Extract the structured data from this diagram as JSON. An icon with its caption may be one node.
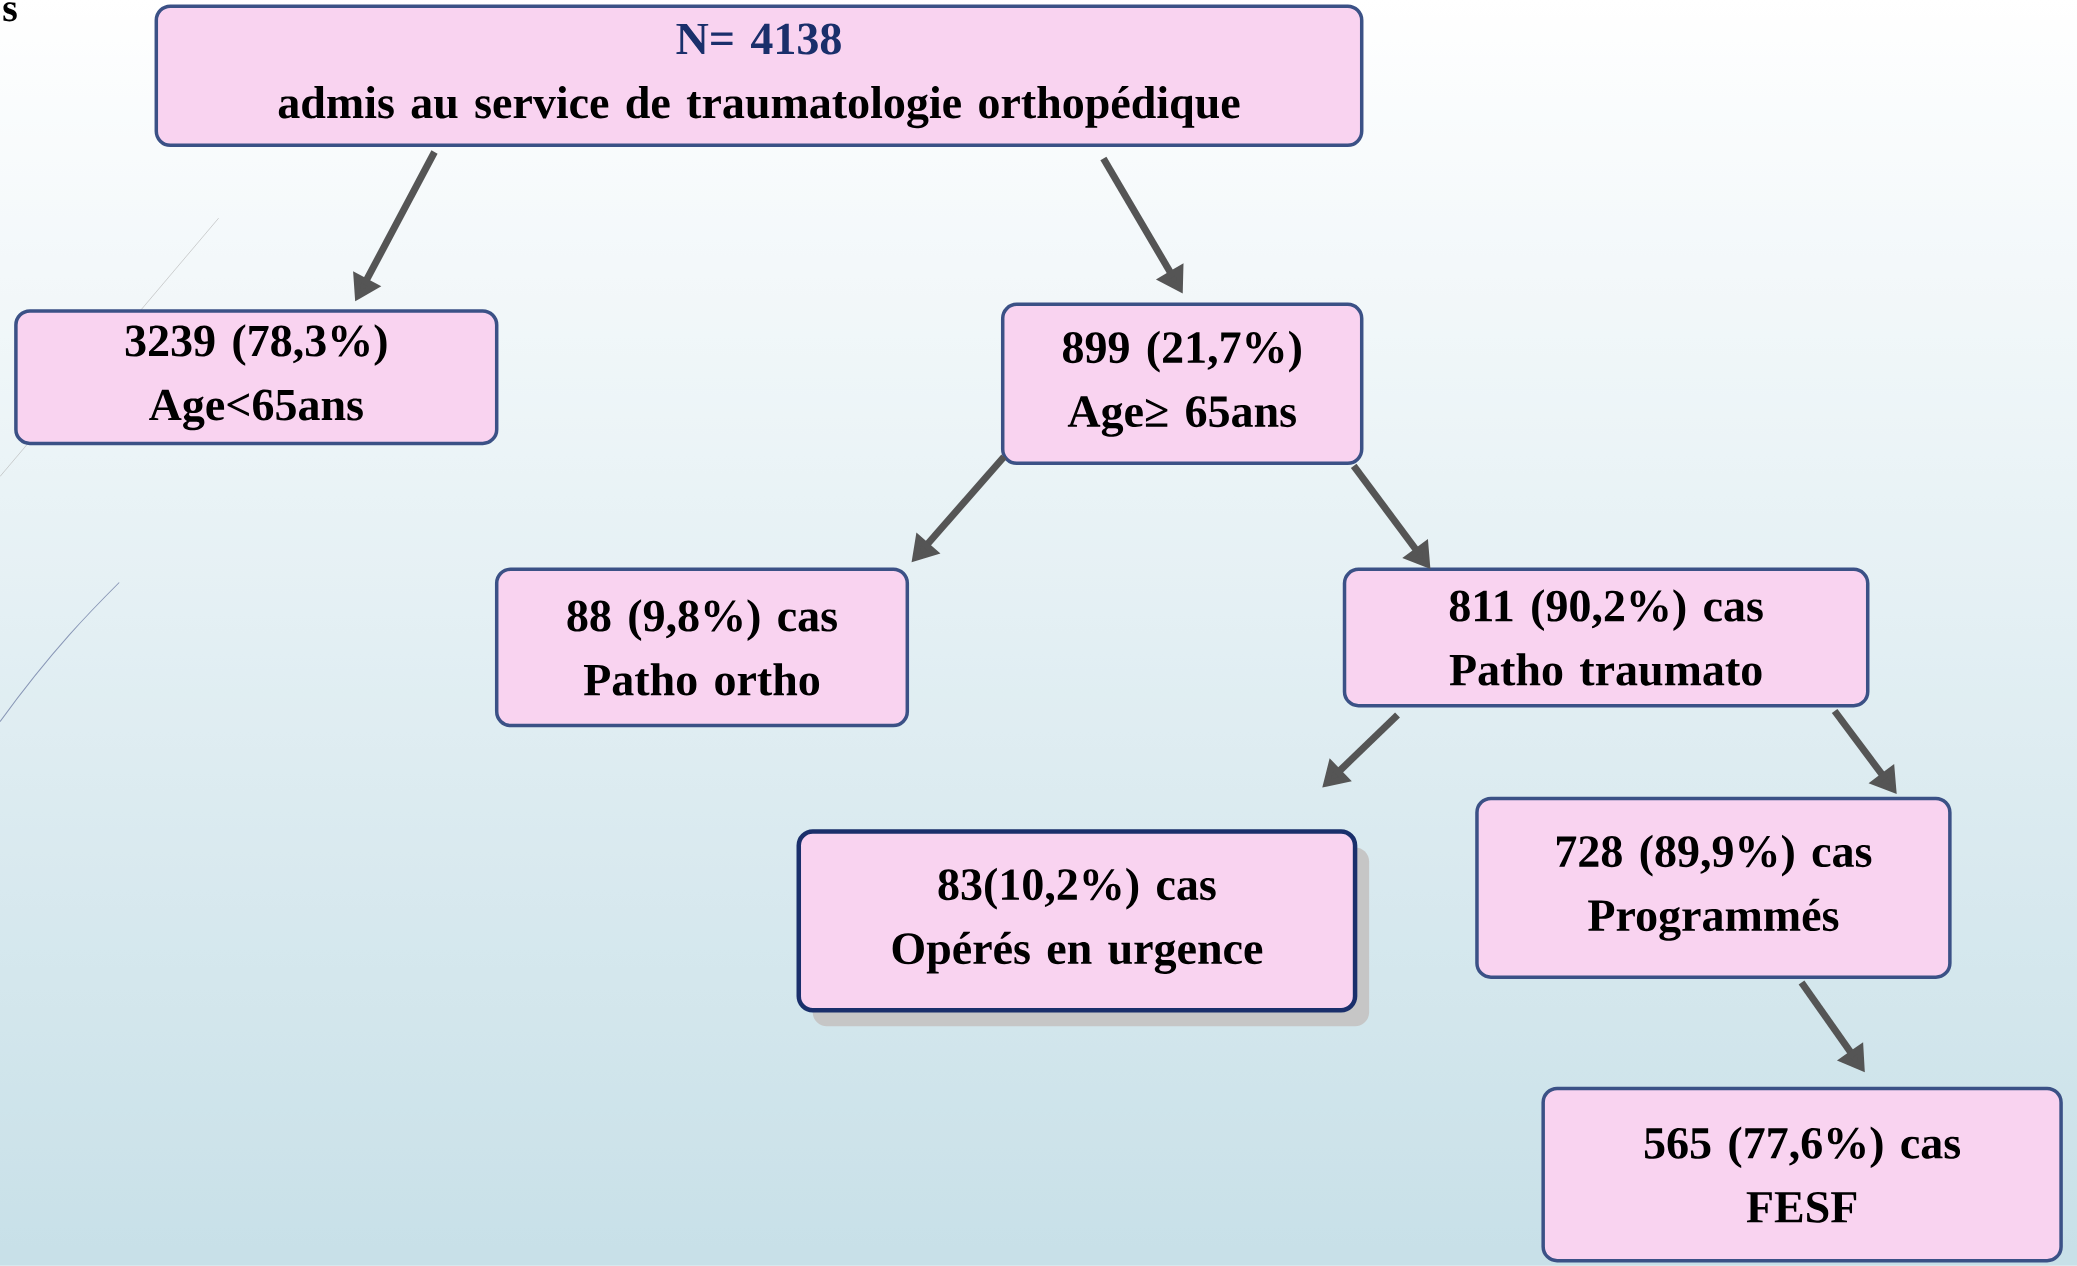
{
  "diagram": {
    "nodes": [
      {
        "text": [
          "N= 4138",
          "admis au service de traumatologie orthopédique"
        ]
      },
      {
        "text": [
          "3239 (78,3%)",
          "Age<65ans"
        ]
      },
      {
        "text": [
          "899 (21,7%)",
          "Age≥ 65ans"
        ]
      },
      {
        "text": [
          "88 (9,8%) cas",
          "Patho ortho"
        ]
      },
      {
        "text": [
          "811 (90,2%) cas",
          "Patho traumato"
        ]
      },
      {
        "text": [
          "83(10,2%) cas",
          "Opérés en urgence"
        ]
      },
      {
        "text": [
          "728 (89,9%) cas",
          "Programmés"
        ]
      },
      {
        "text": [
          "565 (77,6%) cas",
          "FESF"
        ]
      }
    ],
    "edges": [
      {
        "from": 0,
        "to": 1,
        "arrow": "to"
      },
      {
        "from": 0,
        "to": 2,
        "arrow": "to"
      },
      {
        "from": 2,
        "to": 3,
        "arrow": "to"
      },
      {
        "from": 2,
        "to": 4,
        "arrow": "to"
      },
      {
        "from": 4,
        "to": 5,
        "arrow": "to"
      },
      {
        "from": 4,
        "to": 6,
        "arrow": "to"
      },
      {
        "from": 6,
        "to": 7,
        "arrow": "to"
      }
    ],
    "labels": [
      "s"
    ]
  }
}
